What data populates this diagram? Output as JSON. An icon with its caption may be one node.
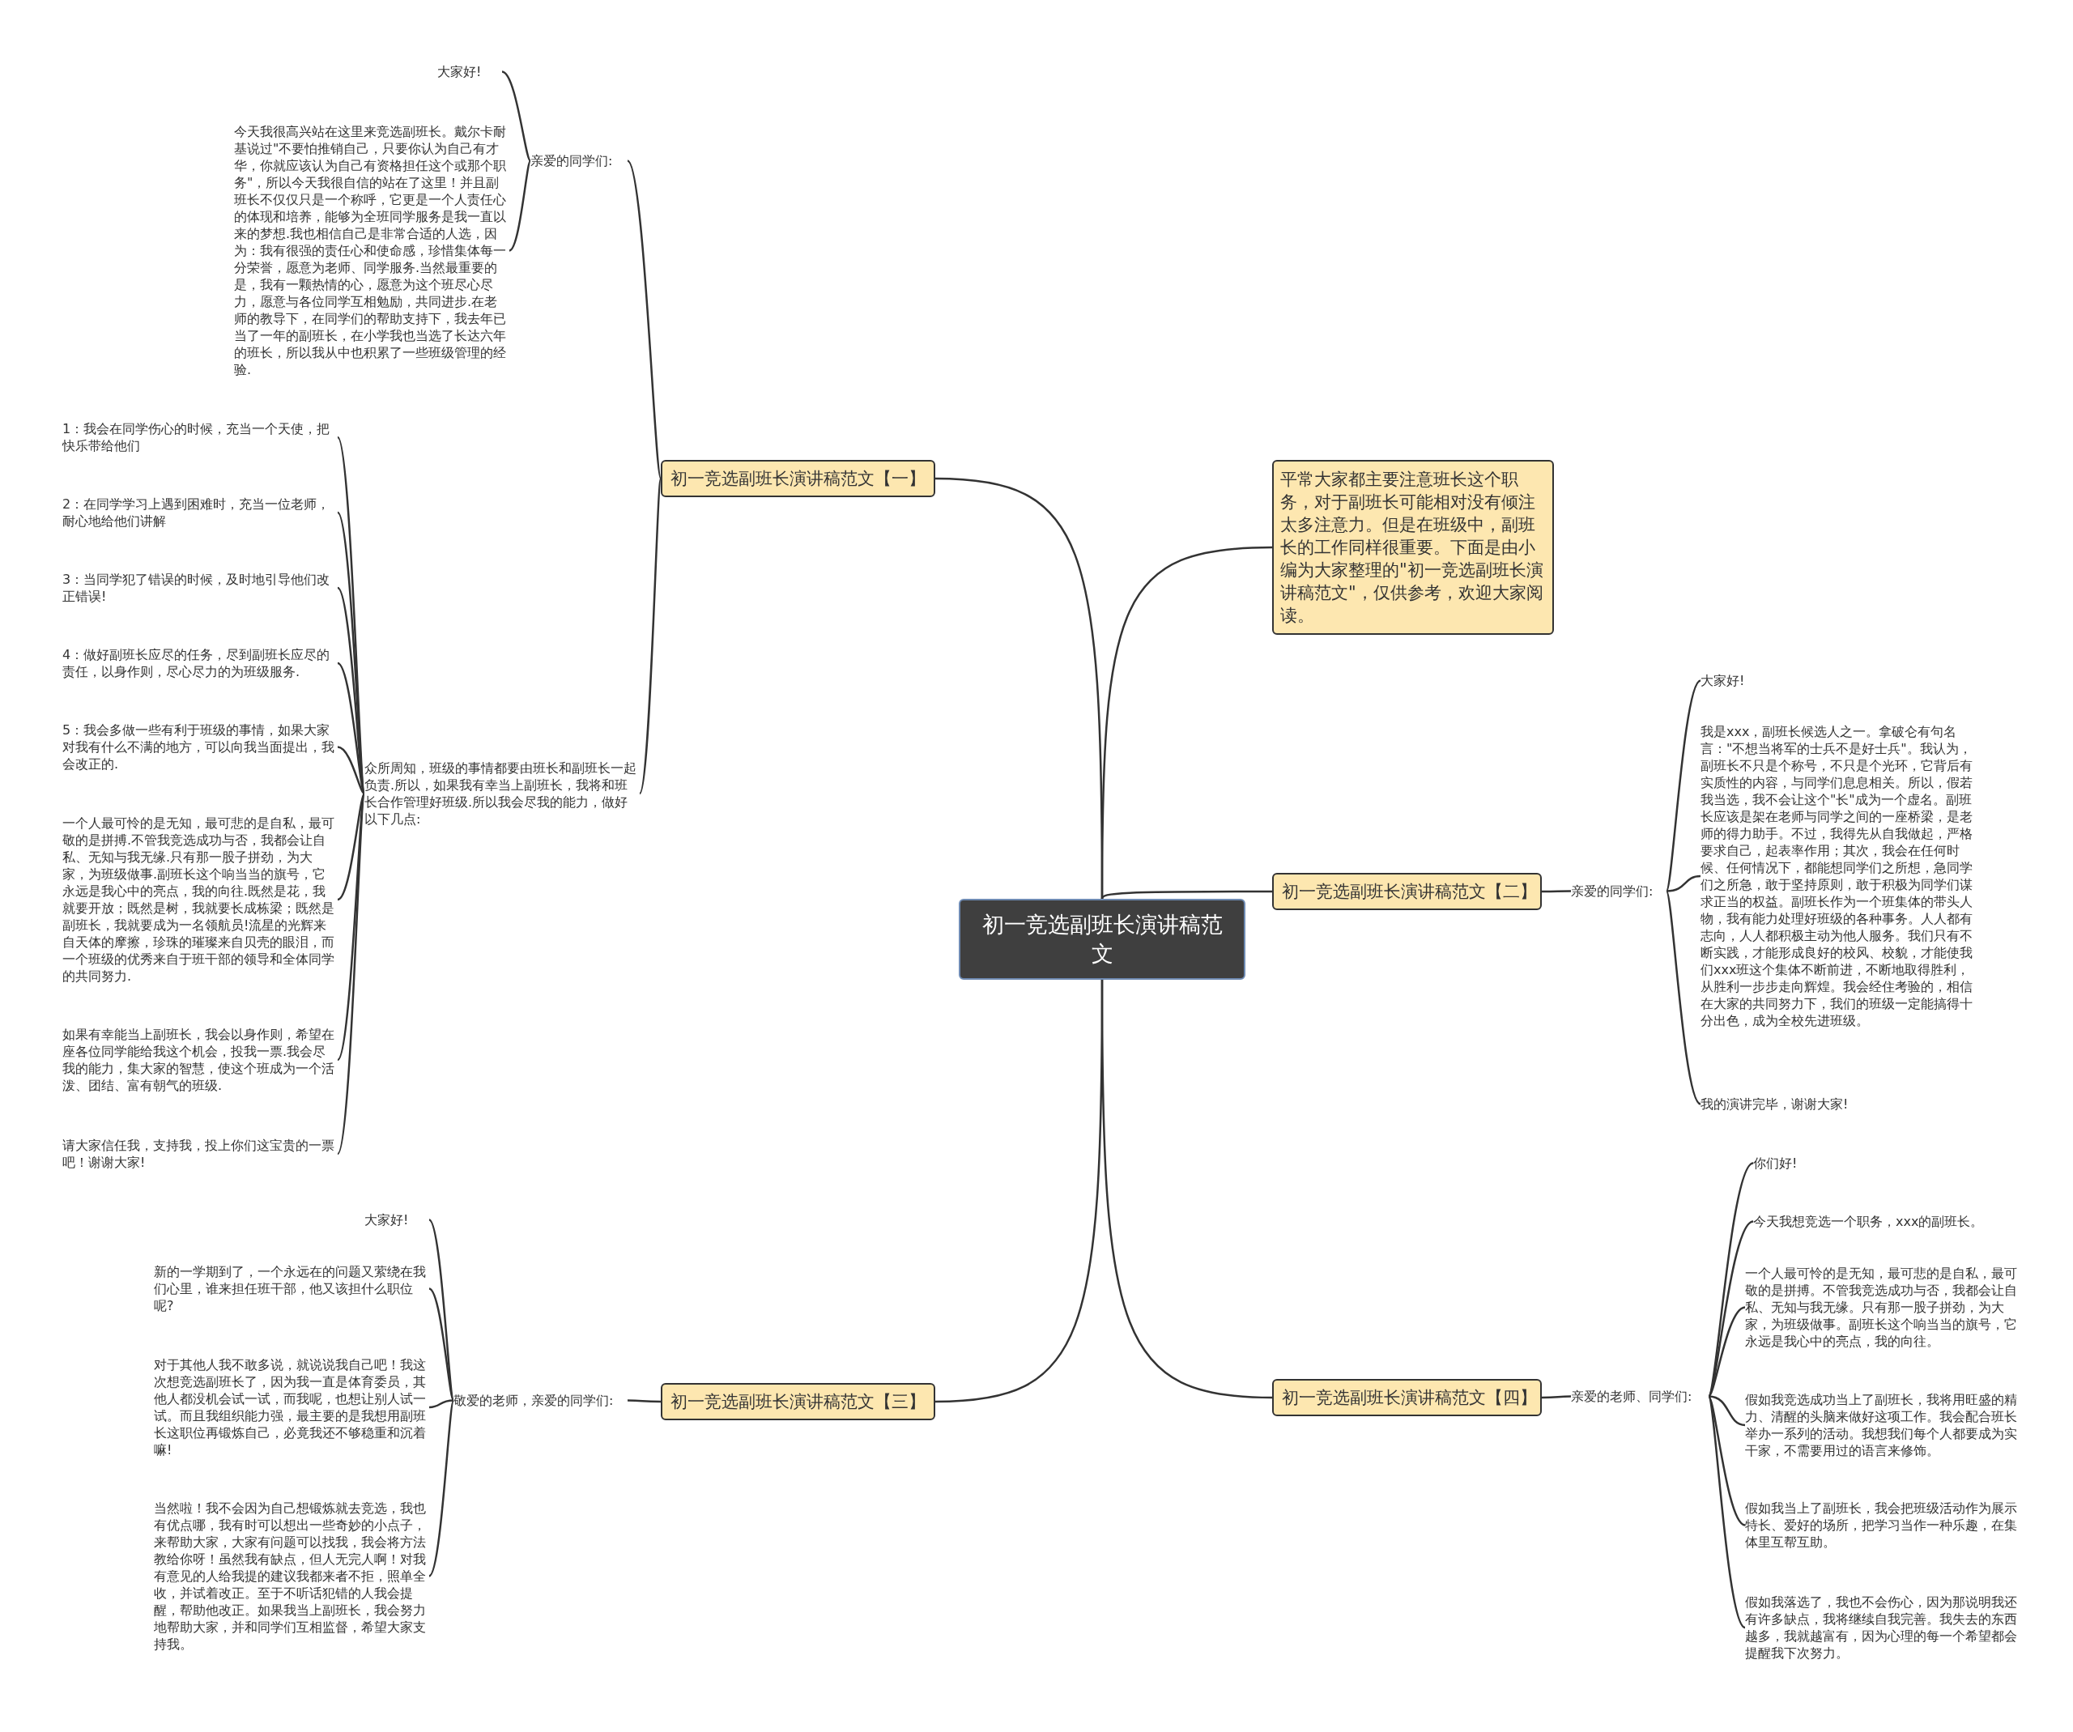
{
  "diagram": {
    "nodes": [
      {
        "text": [
          "初一竞选副班长演讲稿范文"
        ]
      },
      {
        "text": [
          "初一竞选副班长演讲稿范文【一】"
        ]
      },
      {
        "text": [
          "亲爱的同学们:"
        ]
      },
      {
        "text": [
          "大家好!"
        ]
      },
      {
        "text": [
          "今天我很高兴站在这里来竞选副班长。戴尔卡耐基说过\"不要怕推销自己，只要你认为自己有才华，你就应该认为自己有资格担任这个或那个职务\"，所以今天我很自信的站在了这里！并且副班长不仅仅只是一个称呼，它更是一个人责任心的体现和培养，能够为全班同学服务是我一直以来的梦想.我也相信自己是非常合适的人选，因为：我有很强的责任心和使命感，珍惜集体每一分荣誉，愿意为老师、同学服务.当然最重要的是，我有一颗热情的心，愿意为这个班尽心尽力，愿意与各位同学互相勉励，共同进步.在老师的教导下，在同学们的帮助支持下，我去年已当了一年的副班长，在小学我也当选了长达六年的班长，所以我从中也积累了一些班级管理的经验."
        ]
      },
      {
        "text": [
          "众所周知，班级的事情都要由班长和副班长一起负责.所以，如果我有幸当上副班长，我将和班长合作管理好班级.所以我会尽我的能力，做好以下几点:"
        ]
      },
      {
        "text": [
          "1：我会在同学伤心的时候，充当一个天使，把快乐带给他们"
        ]
      },
      {
        "text": [
          "2：在同学学习上遇到困难时，充当一位老师，耐心地给他们讲解"
        ]
      },
      {
        "text": [
          "3：当同学犯了错误的时候，及时地引导他们改正错误!"
        ]
      },
      {
        "text": [
          "4：做好副班长应尽的任务，尽到副班长应尽的责任，以身作则，尽心尽力的为班级服务."
        ]
      },
      {
        "text": [
          "5：我会多做一些有利于班级的事情，如果大家对我有什么不满的地方，可以向我当面提出，我会改正的."
        ]
      },
      {
        "text": [
          "一个人最可怜的是无知，最可悲的是自私，最可敬的是拼搏.不管我竞选成功与否，我都会让自私、无知与我无缘.只有那一股子拼劲，为大家，为班级做事.副班长这个响当当的旗号，它永远是我心中的亮点，我的向往.既然是花，我就要开放；既然是树，我就要长成栋梁；既然是副班长，我就要成为一名领航员!流星的光辉来自天体的摩擦，珍珠的璀璨来自贝壳的眼泪，而一个班级的优秀来自于班干部的领导和全体同学的共同努力."
        ]
      },
      {
        "text": [
          "如果有幸能当上副班长，我会以身作则，希望在座各位同学能给我这个机会，投我一票.我会尽我的能力，集大家的智慧，使这个班成为一个活泼、团结、富有朝气的班级."
        ]
      },
      {
        "text": [
          "请大家信任我，支持我，投上你们这宝贵的一票吧！谢谢大家!"
        ]
      },
      {
        "text": [
          "平常大家都主要注意班长这个职务，对于副班长可能相对没有倾注太多注意力。但是在班级中，副班长的工作同样很重要。下面是由小编为大家整理的\"初一竞选副班长演讲稿范文\"，仅供参考，欢迎大家阅读。"
        ]
      },
      {
        "text": [
          "初一竞选副班长演讲稿范文【二】"
        ]
      },
      {
        "text": [
          "亲爱的同学们:"
        ]
      },
      {
        "text": [
          "大家好!"
        ]
      },
      {
        "text": [
          "我是xxx，副班长候选人之一。拿破仑有句名言：\"不想当将军的士兵不是好士兵\"。我认为，副班长不只是个称号，不只是个光环，它背后有实质性的内容，与同学们息息相关。所以，假若我当选，我不会让这个\"长\"成为一个虚名。副班长应该是架在老师与同学之间的一座桥梁，是老师的得力助手。不过，我得先从自我做起，严格要求自己，起表率作用；其次，我会在任何时候、任何情况下，都能想同学们之所想，急同学们之所急，敢于坚持原则，敢于积极为同学们谋求正当的权益。副班长作为一个班集体的带头人物，我有能力处理好班级的各种事务。人人都有志向，人人都积极主动为他人服务。我们只有不断实践，才能形成良好的校风、校貌，才能使我们xxx班这个集体不断前进，不断地取得胜利，从胜利一步步走向辉煌。我会经住考验的，相信在大家的共同努力下，我们的班级一定能搞得十分出色，成为全校先进班级。"
        ]
      },
      {
        "text": [
          "我的演讲完毕，谢谢大家!"
        ]
      },
      {
        "text": [
          "初一竞选副班长演讲稿范文【三】"
        ]
      },
      {
        "text": [
          "敬爱的老师，亲爱的同学们:"
        ]
      },
      {
        "text": [
          "大家好!"
        ]
      },
      {
        "text": [
          "新的一学期到了，一个永远在的问题又萦绕在我们心里，谁来担任班干部，他又该担什么职位呢?"
        ]
      },
      {
        "text": [
          "对于其他人我不敢多说，就说说我自己吧！我这次想竞选副班长了，因为我一直是体育委员，其他人都没机会试一试，而我呢，也想让别人试一试。而且我组织能力强，最主要的是我想用副班长这职位再锻炼自己，必竟我还不够稳重和沉着嘛!"
        ]
      },
      {
        "text": [
          "当然啦！我不会因为自己想锻炼就去竞选，我也有优点哪，我有时可以想出一些奇妙的小点子，来帮助大家，大家有问题可以找我，我会将方法教给你呀！虽然我有缺点，但人无完人啊！对我有意见的人给我提的建议我都来者不拒，照单全收，并试着改正。至于不听话犯错的人我会提醒，帮助他改正。如果我当上副班长，我会努力地帮助大家，并和同学们互相监督，希望大家支持我。"
        ]
      },
      {
        "text": [
          "初一竞选副班长演讲稿范文【四】"
        ]
      },
      {
        "text": [
          "亲爱的老师、同学们:"
        ]
      },
      {
        "text": [
          "你们好!"
        ]
      },
      {
        "text": [
          "今天我想竞选一个职务，xxx的副班长。"
        ]
      },
      {
        "text": [
          "一个人最可怜的是无知，最可悲的是自私，最可敬的是拼搏。不管我竞选成功与否，我都会让自私、无知与我无缘。只有那一股子拼劲，为大家，为班级做事。副班长这个响当当的旗号，它永远是我心中的亮点，我的向往。"
        ]
      },
      {
        "text": [
          "假如我竞选成功当上了副班长，我将用旺盛的精力、清醒的头脑来做好这项工作。我会配合班长举办一系列的活动。我想我们每个人都要成为实干家，不需要用过的语言来修饰。"
        ]
      },
      {
        "text": [
          "假如我当上了副班长，我会把班级活动作为展示特长、爱好的场所，把学习当作一种乐趣，在集体里互帮互助。"
        ]
      },
      {
        "text": [
          "假如我落选了，我也不会伤心，因为那说明我还有许多缺点，我将继续自我完善。我失去的东西越多，我就越富有，因为心理的每一个希望都会提醒我下次努力。"
        ]
      }
    ],
    "edges": [
      {
        "from": 0,
        "to": 1,
        "arrow": "none"
      },
      {
        "from": 0,
        "to": 14,
        "arrow": "none"
      },
      {
        "from": 0,
        "to": 15,
        "arrow": "none"
      },
      {
        "from": 0,
        "to": 20,
        "arrow": "none"
      },
      {
        "from": 0,
        "to": 26,
        "arrow": "none"
      },
      {
        "from": 1,
        "to": 2,
        "arrow": "none"
      },
      {
        "from": 1,
        "to": 5,
        "arrow": "none"
      },
      {
        "from": 2,
        "to": 3,
        "arrow": "none"
      },
      {
        "from": 2,
        "to": 4,
        "arrow": "none"
      },
      {
        "from": 5,
        "to": 6,
        "arrow": "none"
      },
      {
        "from": 5,
        "to": 7,
        "arrow": "none"
      },
      {
        "from": 5,
        "to": 8,
        "arrow": "none"
      },
      {
        "from": 5,
        "to": 9,
        "arrow": "none"
      },
      {
        "from": 5,
        "to": 10,
        "arrow": "none"
      },
      {
        "from": 5,
        "to": 11,
        "arrow": "none"
      },
      {
        "from": 5,
        "to": 12,
        "arrow": "none"
      },
      {
        "from": 5,
        "to": 13,
        "arrow": "none"
      },
      {
        "from": 15,
        "to": 16,
        "arrow": "none"
      },
      {
        "from": 16,
        "to": 17,
        "arrow": "none"
      },
      {
        "from": 16,
        "to": 18,
        "arrow": "none"
      },
      {
        "from": 16,
        "to": 19,
        "arrow": "none"
      },
      {
        "from": 20,
        "to": 21,
        "arrow": "none"
      },
      {
        "from": 21,
        "to": 22,
        "arrow": "none"
      },
      {
        "from": 21,
        "to": 23,
        "arrow": "none"
      },
      {
        "from": 21,
        "to": 24,
        "arrow": "none"
      },
      {
        "from": 21,
        "to": 25,
        "arrow": "none"
      },
      {
        "from": 26,
        "to": 27,
        "arrow": "none"
      },
      {
        "from": 27,
        "to": 28,
        "arrow": "none"
      },
      {
        "from": 27,
        "to": 29,
        "arrow": "none"
      },
      {
        "from": 27,
        "to": 30,
        "arrow": "none"
      },
      {
        "from": 27,
        "to": 31,
        "arrow": "none"
      },
      {
        "from": 27,
        "to": 32,
        "arrow": "none"
      },
      {
        "from": 27,
        "to": 33,
        "arrow": "none"
      }
    ]
  }
}
